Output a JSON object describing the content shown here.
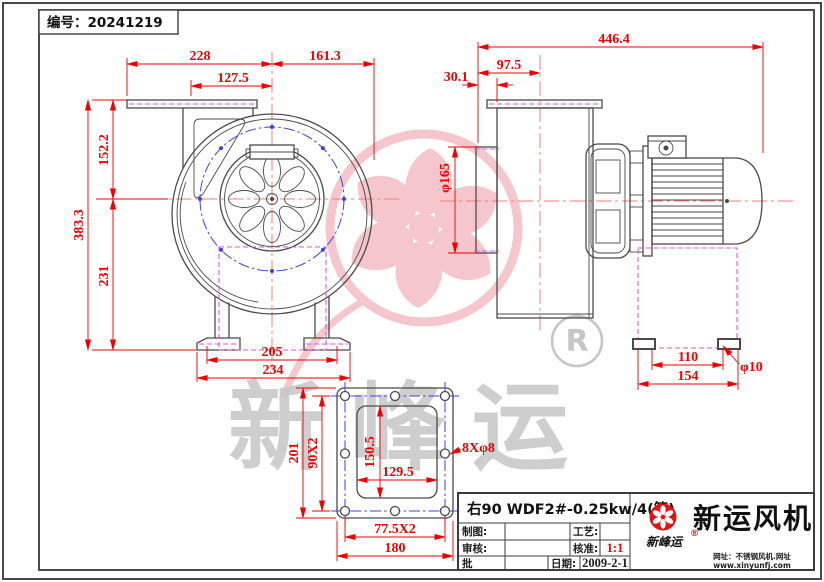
{
  "sheet": {
    "serial": "编号：20241219"
  },
  "front_view": {
    "dim_top_width": "228",
    "dim_inlet_offset": "127.5",
    "dim_outlet_width": "161.3",
    "dim_total_height": "383.3",
    "dim_upper_height": "152.2",
    "dim_lower_height": "231",
    "dim_feet_inner": "205",
    "dim_feet_outer": "234"
  },
  "side_view": {
    "dim_total_length": "446.4",
    "dim_flange_center": "97.5",
    "dim_flange_offset": "30.1",
    "dim_inlet_diameter": "φ165",
    "dim_base_hole_span": "110",
    "dim_base_width": "154",
    "dim_base_hole_diameter": "φ10"
  },
  "flange_view": {
    "dim_outer_height": "201",
    "dim_hole_span_v": "90X2",
    "dim_opening_height": "150.5",
    "dim_opening_width": "129.5",
    "dim_bolt_holes": "8Xφ8",
    "dim_hole_span_h": "77.5X2",
    "dim_outer_width": "180"
  },
  "title_block": {
    "model": "右90 WDF2#-0.25kw/4(管)",
    "labels": {
      "drafter": "制图:",
      "checker": "审核:",
      "approver": "批",
      "process": "工艺:",
      "ratify": "核准:",
      "date": "日期:"
    },
    "values": {
      "scale": "1:1",
      "date": "2009-2-1"
    },
    "brand": {
      "script": "新峰运",
      "registered": "®",
      "name": "新运风机",
      "info_line1": "网址：不锈钢风机.网址",
      "info_line2": "www.xinyunfj.com"
    }
  },
  "watermark": {
    "brand_text": "新峰运",
    "registered": "R"
  },
  "colors": {
    "dimension_red": "#f10000",
    "centerline_red": "#f97c74",
    "bolt_circle_blue": "#4040df",
    "phantom_magenta": "#ea4fe3",
    "watermark_pink": "#f5c6cb",
    "logo_red": "#dd1515"
  }
}
